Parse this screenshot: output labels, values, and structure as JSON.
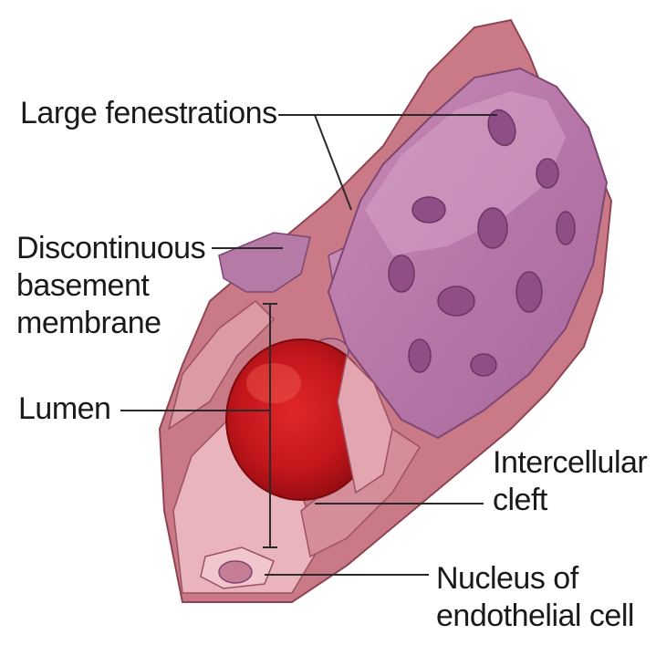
{
  "labels": {
    "large_fenestrations": "Large fenestrations",
    "basement_membrane": [
      "Discontinuous",
      "basement",
      "membrane"
    ],
    "lumen": "Lumen",
    "intercellular_cleft": [
      "Intercellular",
      "cleft"
    ],
    "nucleus": [
      "Nucleus of",
      "endothelial cell"
    ]
  },
  "colors": {
    "outer_wall": "#c97a86",
    "inner_wall": "#e9b4bb",
    "endothelium": "#b877a5",
    "endothelium_light": "#d7a3c8",
    "red_cell": "#c4161c",
    "leader_line": "#2a2a2a"
  }
}
